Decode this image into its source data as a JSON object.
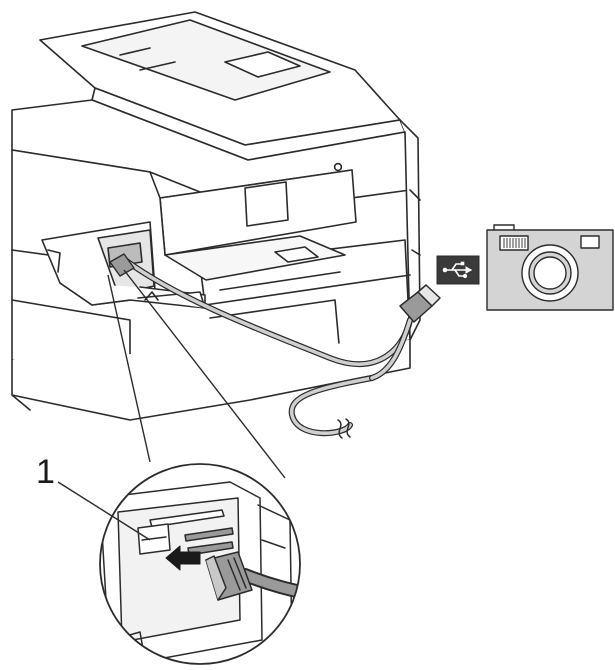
{
  "figure": {
    "callout": "1",
    "colors": {
      "line": "#2b2b2b",
      "body_fill": "#ffffff",
      "shade": "#c8c8c8",
      "dark_shade": "#7a7a7a",
      "camera_fill": "#d4d4d4",
      "usb_badge_fill": "#3a3a3a",
      "usb_symbol": "#ffffff"
    },
    "icons": [
      "printer-illustration",
      "usb-cable",
      "usb-icon",
      "camera-icon",
      "magnified-port-view",
      "insert-arrow-icon"
    ]
  }
}
